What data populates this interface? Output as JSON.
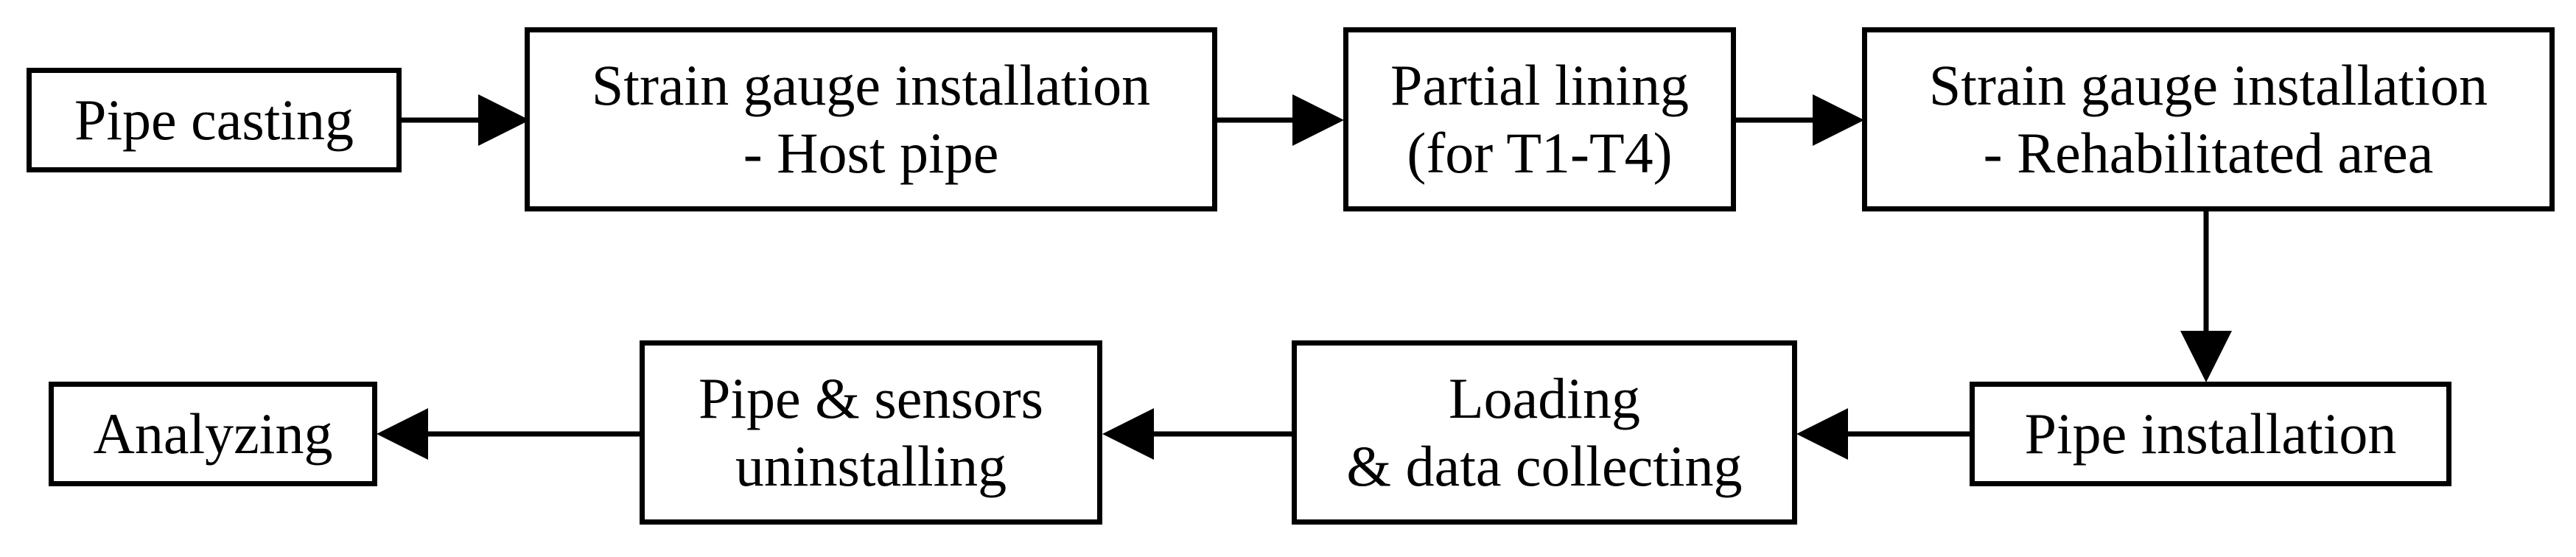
{
  "diagram": {
    "title": "",
    "nodes": [
      {
        "id": "pipe-casting",
        "lines": [
          "Pipe casting"
        ]
      },
      {
        "id": "strain-gauge-host",
        "lines": [
          "Strain gauge installation",
          "- Host pipe"
        ]
      },
      {
        "id": "partial-lining",
        "lines": [
          "Partial lining",
          "(for T1-T4)"
        ]
      },
      {
        "id": "strain-gauge-rehab",
        "lines": [
          "Strain gauge installation",
          "- Rehabilitated area"
        ]
      },
      {
        "id": "pipe-installation",
        "lines": [
          "Pipe installation"
        ]
      },
      {
        "id": "loading-data",
        "lines": [
          "Loading",
          "& data collecting"
        ]
      },
      {
        "id": "pipe-sensors-uninstall",
        "lines": [
          "Pipe & sensors",
          "uninstalling"
        ]
      },
      {
        "id": "analyzing",
        "lines": [
          "Analyzing"
        ]
      }
    ],
    "edges": [
      {
        "from": "pipe-casting",
        "to": "strain-gauge-host"
      },
      {
        "from": "strain-gauge-host",
        "to": "partial-lining"
      },
      {
        "from": "partial-lining",
        "to": "strain-gauge-rehab"
      },
      {
        "from": "strain-gauge-rehab",
        "to": "pipe-installation"
      },
      {
        "from": "pipe-installation",
        "to": "loading-data"
      },
      {
        "from": "loading-data",
        "to": "pipe-sensors-uninstall"
      },
      {
        "from": "pipe-sensors-uninstall",
        "to": "analyzing"
      }
    ],
    "colors": {
      "stroke": "#000000",
      "fill": "#ffffff",
      "text": "#000000"
    }
  }
}
